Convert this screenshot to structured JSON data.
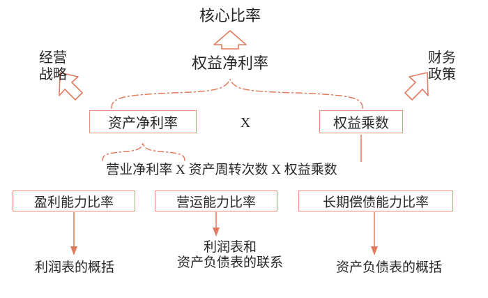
{
  "diagram": {
    "title_top": "核心比率",
    "core_ratio": "权益净利率",
    "left_label": "经营\n战略",
    "left_label_line1": "经营",
    "left_label_line2": "战略",
    "right_label_line1": "财务",
    "right_label_line2": "政策",
    "level2": {
      "left_box": "资产净利率",
      "operator": "X",
      "right_box": "权益乘数"
    },
    "level3_line": "营业净利率  X  资产周转次数  X   权益乘数",
    "level3_terms": [
      {
        "label": "营业净利率"
      },
      {
        "label": "X"
      },
      {
        "label": "资产周转次数"
      },
      {
        "label": "X"
      },
      {
        "label": "权益乘数"
      }
    ],
    "level4_boxes": [
      {
        "label": "盈利能力比率"
      },
      {
        "label": "营运能力比率"
      },
      {
        "label": "长期偿债能力比率"
      }
    ],
    "level5_labels": [
      {
        "line1": "利润表的概括",
        "line2": ""
      },
      {
        "line1": "利润表和",
        "line2": "资产负债表的联系"
      },
      {
        "line1": "资产负债表的概括",
        "line2": ""
      }
    ],
    "colors": {
      "accent": "#e8907a",
      "arrow": "#e07b5f",
      "text": "#262626",
      "background": "#ffffff"
    }
  }
}
